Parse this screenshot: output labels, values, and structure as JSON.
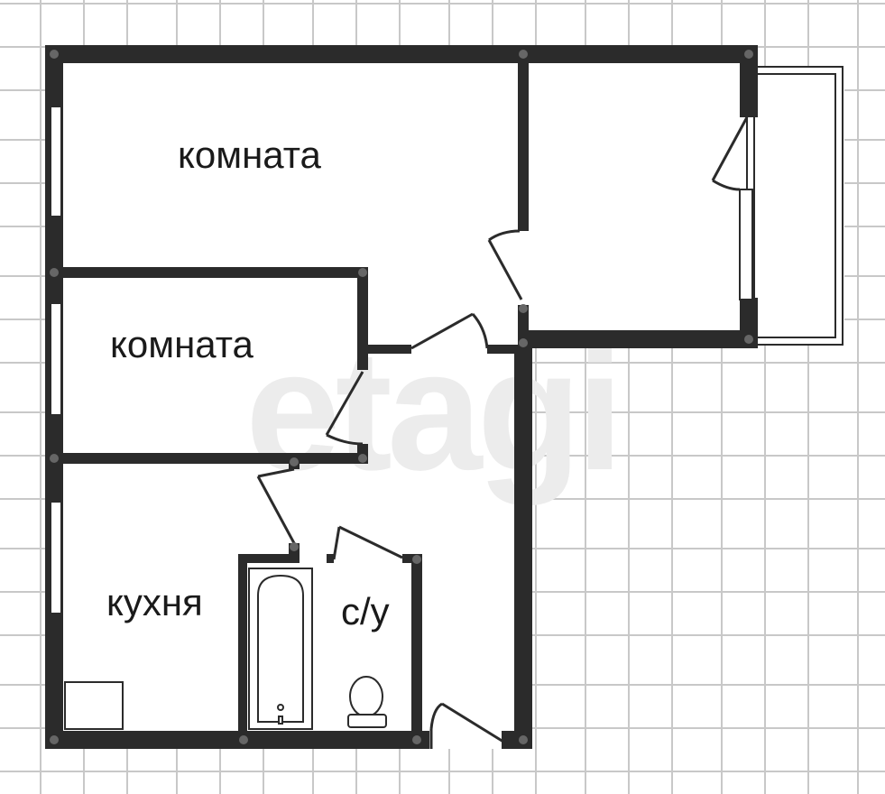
{
  "plan": {
    "watermark": "etagi",
    "rooms": [
      {
        "id": "room-1",
        "label": "комната"
      },
      {
        "id": "room-2",
        "label": "комната"
      },
      {
        "id": "kitchen",
        "label": "кухня"
      },
      {
        "id": "bathroom",
        "label": "с/у"
      }
    ],
    "colors": {
      "wall": "#2b2b2b",
      "grid": "#c8c8c8",
      "background": "#ffffff"
    }
  }
}
